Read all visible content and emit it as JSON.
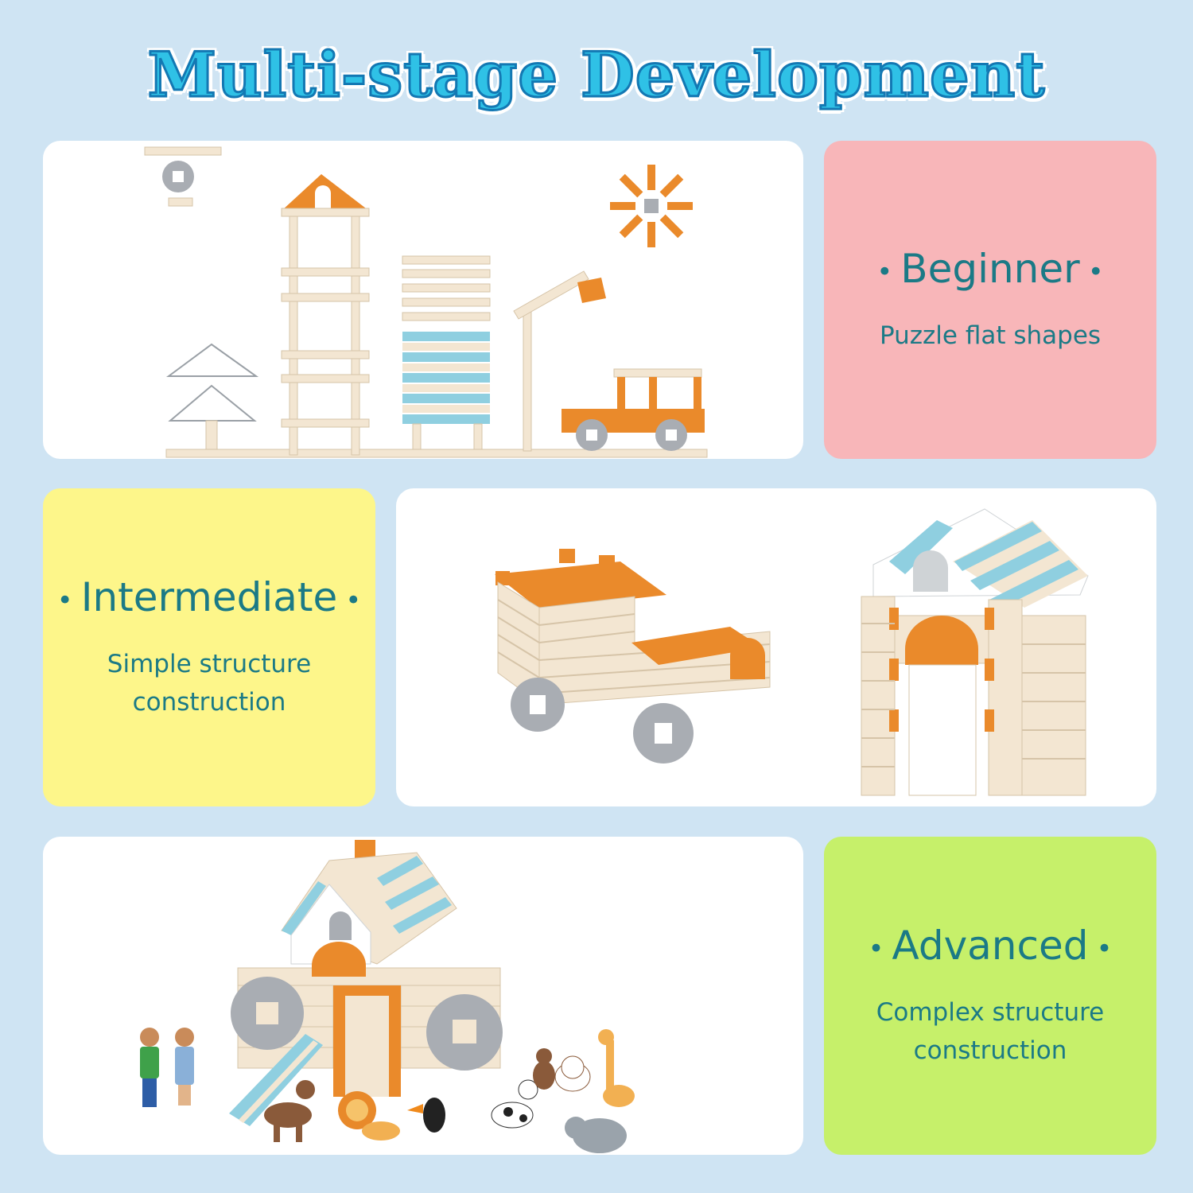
{
  "title": "Multi-stage Development",
  "stages": {
    "beginner": {
      "label": "Beginner",
      "description": "Puzzle flat shapes"
    },
    "intermediate": {
      "label": "Intermediate",
      "description": "Simple structure construction"
    },
    "advanced": {
      "label": "Advanced",
      "description": "Complex structure construction"
    }
  },
  "colors": {
    "background": "#cfe4f3",
    "title": "#2fc1e6",
    "text": "#1b7a86",
    "beginner_card": "#f8b6b9",
    "intermediate_card": "#fdf68a",
    "advanced_card": "#c6f06a",
    "block_wood": "#f3e6d2",
    "block_orange": "#ea8a2b",
    "block_blue": "#8fcfe0",
    "wheel_gray": "#a9adb3"
  },
  "separator": "•"
}
